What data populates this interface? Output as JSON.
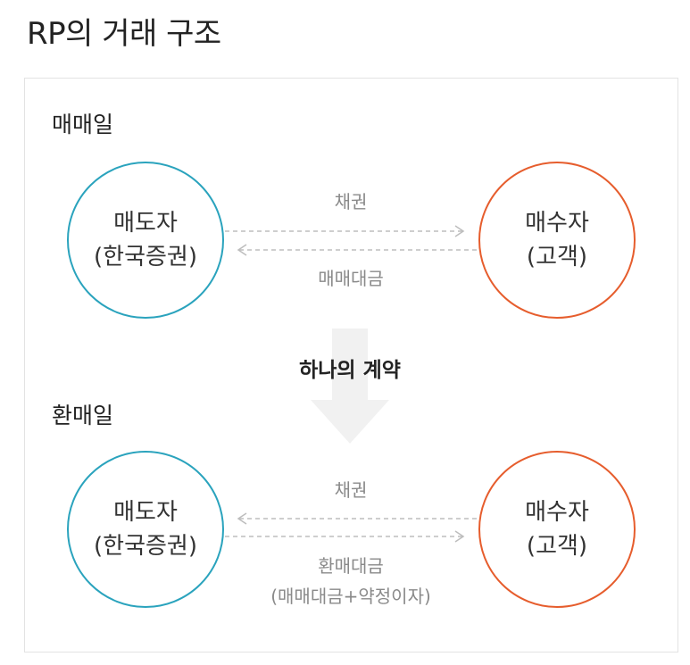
{
  "title": "RP의 거래 구조",
  "purchase_day": {
    "label": "매매일",
    "seller": {
      "line1": "매도자",
      "line2": "(한국증권)"
    },
    "buyer": {
      "line1": "매수자",
      "line2": "(고객)"
    },
    "top_flow": "채권",
    "bottom_flow": "매매대금"
  },
  "contract_label": "하나의 계약",
  "repurchase_day": {
    "label": "환매일",
    "seller": {
      "line1": "매도자",
      "line2": "(한국증권)"
    },
    "buyer": {
      "line1": "매수자",
      "line2": "(고객)"
    },
    "top_flow": "채권",
    "bottom_flow_line1": "환매대금",
    "bottom_flow_line2": "(매매대금+약정이자)"
  },
  "colors": {
    "seller_border": "#2aa3bd",
    "buyer_border": "#e65d2d",
    "arrow": "#bdbdbd",
    "big_arrow": "#f1f1f1"
  }
}
